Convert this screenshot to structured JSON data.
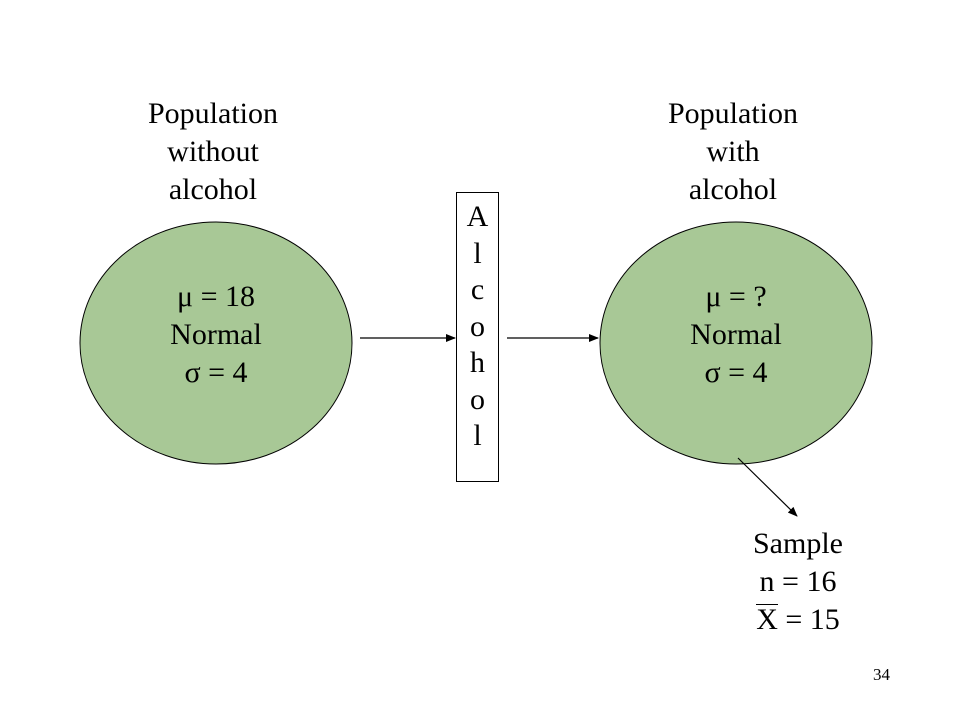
{
  "colors": {
    "ellipse_fill": "#a8c896",
    "stroke": "#000000"
  },
  "left_population": {
    "title_lines": [
      "Population",
      "without",
      "alcohol"
    ],
    "mean": "μ = 18",
    "distribution": "Normal",
    "sd": "σ = 4"
  },
  "treatment": {
    "letters": [
      "A",
      "l",
      "c",
      "o",
      "h",
      "o",
      "l"
    ]
  },
  "right_population": {
    "title_lines": [
      "Population",
      "with",
      "alcohol"
    ],
    "mean": "μ = ?",
    "distribution": "Normal",
    "sd": "σ = 4"
  },
  "sample": {
    "title": "Sample",
    "n": "n = 16",
    "xbar_symbol": "X",
    "xbar_value": " = 15"
  },
  "page_number": "34"
}
